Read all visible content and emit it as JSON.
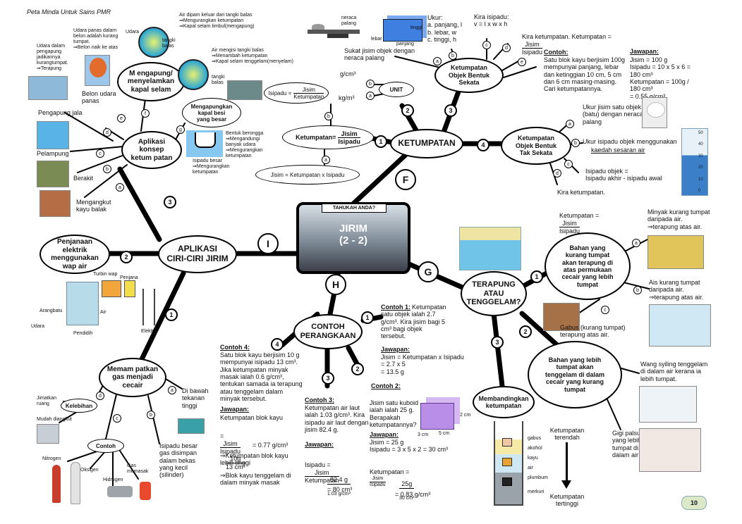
{
  "header": {
    "title": "Peta Minda Untuk Sains PMR"
  },
  "page_number": "10",
  "center": {
    "banner": "TAHUKAH ANDA?",
    "title": "JIRIM\n(2 - 2)"
  },
  "main_nodes": {
    "ketumpatan": "KETUMPATAN",
    "aplikasi": "APLIKASI\nCIRI-CIRI JIRIM",
    "contoh": "CONTOH\nPERANGKAAN",
    "terapung": "TERAPUNG\nATAU\nTENGGELAM?"
  },
  "big_letters": {
    "f": "F",
    "g": "G",
    "h": "H",
    "i": "I"
  },
  "nums": {
    "n1": "1",
    "n2": "2",
    "n3": "3",
    "n4": "4"
  },
  "ketumpatan": {
    "unit": "UNIT",
    "unit_a": "kg/m³",
    "unit_b": "g/cm³",
    "formula_label": "Ketumpatan=",
    "formula_num": "Jisim",
    "formula_den": "Isipadu",
    "isipadu_label": "Isipadu =",
    "isipadu_num": "Jisim",
    "isipadu_den": "Ketumpatan",
    "jisim_formula": "Jisim = Ketumpatan x Isipadu",
    "objek_sekata": "Ketumpatan\nObjek Bentuk\nSekata",
    "sekata_a": "Sukat jisim objek dengan\nneraca palang",
    "neraca_label": "neraca\npalang",
    "block_labels": {
      "tinggi": "tinggi",
      "lebar": "lebar",
      "panjang": "panjang"
    },
    "ukur": "Ukur:\na. panjang,  l\nb. lebar,  w\nc. tinggi,  h",
    "kira_isipadu": "Kira isipadu:\nv = l x w x h",
    "kira_ketumpatan": "Kira ketumpatan.   Ketumpatan =",
    "kira_num": "Jisim",
    "kira_den": "Isipadu",
    "contoh_title": "Contoh:",
    "contoh_text": "Satu blok kayu berjisim 100g\nmempunyai panjang, lebar\ndan ketinggian 10 cm, 5 cm\ndan 6 cm masing-masing.\nCari ketumpatannya.",
    "jawapan_title": "Jawapan:",
    "jawapan_text": "Jisim = 100 g\nIsipadu = 10 x 5 x 6 = 180 cm³\nKetumpatan = 100g / 180 cm³\n= 0.55 g/cm³",
    "objek_tak_sekata": "Ketumpatan\nObjek Bentuk\nTak Sekata",
    "tak_a": "Ukur jisim satu objek\n(batu) dengan neraca\npalang",
    "tak_b": "Ukur isipadu objek menggunakan",
    "tak_b2": "kaedah sesaran air",
    "tak_c": "Isipadu objek =\nIsipadu akhir - isipadu awal",
    "tak_d": "Kira ketumpatan.",
    "tak_formula": "Ketumpatan =",
    "tak_num": "Jisim",
    "tak_den": "Isipadu",
    "cyl_ticks": [
      "50",
      "40",
      "30",
      "20",
      "10",
      "0"
    ]
  },
  "aplikasi": {
    "kapal_selam": "M engapung/\nmenyelamkan\nkapal selam",
    "udara_label": "Udara",
    "tangki_label": "tangki\nbalas",
    "kapal_1": "Air dipam keluar dari tangki balas\n⇒Mengurangkan ketumpatan\n⇒Kapal selam timbul(mengapung)",
    "kapal_2": "Air mengisi tangki balas\n⇒Menambah ketumpatan\n⇒Kapal selam tenggelam(menyelam)",
    "belon_text": "Udara panas dalam\nbelon adalah kurang\ntumpat.\n⇒Belon naik ke atas",
    "belon_label": "Belon udara\npanas",
    "pengapung_text": "Udara dalam\npengapung\njadikannya\nkurangtumpat.\n⇒Terapung",
    "pengapung_label": "Pengapung  jala",
    "pelampung": "Pelampung",
    "berakit": "Berakit",
    "kayu_balak": "Mengangkut\nkayu balak",
    "aplikasi_konsep": "Aplikasi\nkonsep\nketum patan",
    "kapal_besi": "Mengapungkan\nkapal besi\nyang besar",
    "kapal_besi_1": "Bentuk berongga\n⇒Mengandungi\nbanyak udara\n⇒Mengurangkan\nketumpatan",
    "kapal_besi_2": "Isipadu besar\n⇒Mengurangkan\nketumpatan",
    "wap_air": "Penjanaan\nelektrik\nmenggunakan\nwap air",
    "turbin": "Turbin wap",
    "penjana": "Penjana",
    "arangbatu": "Arangbatu",
    "udara2": "Udara",
    "air": "Air",
    "pendidih": "Pendidih",
    "elektrik": "Elektrik",
    "gas": "Memam patkan\ngas menjadi\ncecair",
    "gas_a": "Di bawah\ntekanan\ntinggi",
    "gas_b": "Isipadu  besar\ngas disimpan\ndalam bekas\nyang kecil\n(silinder)",
    "kelebihan": "Kelebihan",
    "jimat": "Jimatkan\nruang",
    "mudah": "Mudah diangkut",
    "contoh": "Contoh",
    "nitrogen": "Nitrogen",
    "oksigen": "Oksigen",
    "hidrogen": "Hidrogen",
    "memasak": "Gas\nmemasak"
  },
  "contoh_perangkaan": {
    "c1_title": "Contoh 1:",
    "c1_text": "Ketumpatan\nsatu objek  ialah 2.7\ng/cm³. Kira  jisim bagi 5\ncm³ bagi  objek\ntersebut.",
    "c1_jaw_title": "Jawapan:",
    "c1_jaw": "Jisim = Ketumpatan x Isipadu\n= 2.7 x 5\n= 13.5 g",
    "c2_title": "Contoh 2:",
    "c2_text": "Jisim satu kuboid\nialah ialah 25 g.\nBerapakah\nketumpatannya?",
    "c2_jaw_title": "Jawapan:",
    "c2_jaw": "Jisim = 25 g\nIsipadu = 3 x 5 x 2 = 30 cm³",
    "c2_formula": "Ketumpatan =",
    "c2_num": "Jisim",
    "c2_den": "Isipadu",
    "c2_frac_num": "25g",
    "c2_frac_den": "30 cm³",
    "c2_result": "= 0.83 g/cm³",
    "cuboid": {
      "h": "2 cm",
      "w": "5 cm",
      "d": "3 cm"
    },
    "c3_title": "Contoh 3:",
    "c3_text": "Ketumpatan air laut\nialah 1.03 g/cm³. Kira\nisipadu air laut dengan\njisim 82.4 g.",
    "c3_jaw_title": "Jawapan:",
    "c3_formula": "Isipadu =",
    "c3_num": "Jisim",
    "c3_den": "Ketumpatan",
    "c3_frac_num": "82.4 g",
    "c3_frac_den": "1.03 g/cm³",
    "c3_result": "= 80 cm³",
    "c4_title": "Contoh 4:",
    "c4_text": "Satu blok kayu berjisim 10 g\nmempunyai isipadu 13 cm³.\nJika  ketumpatan  minyak\nmasak  ialah  0.6  g/cm³,\ntentukan samada ia terapung\natau tenggelam          dalam\nminyak tersebut.",
    "c4_jaw_title": "Jawapan:",
    "c4_jaw_label": "Ketumpatan blok kayu",
    "c4_eq": "=",
    "c4_num": "Jisim",
    "c4_den": "Isipadu",
    "c4_frac_num": "10g",
    "c4_frac_den": "13 cm³",
    "c4_result": "= 0.77 g/cm³",
    "c4_conc1": "⇒Ketumpatan blok kayu\nlebih tinggi",
    "c4_conc2": "⇒Blok kayu tenggelam di\ndalam minyak masak"
  },
  "terapung": {
    "kurang": "Bahan yang\nkurang tumpat\nakan terapung di\natas permukaan\ncecair yang lebih\ntumpat",
    "minyak": "Minyak kurang tumpat\ndaripada air.\n⇒terapung atas air.",
    "ais": "Ais kurang tumpat\ndaripada air.\n⇒terapung atas air.",
    "gabus": "Gabus (kurang tumpat)\nterapung atas air.",
    "lebih": "Bahan yang lebih\ntumpat akan\ntenggelam di dalam\ncecair yang kurang\ntumpat",
    "syiling": "Wang syiling  tenggelam\ndi dalam air kerana ia\nlebih  tumpat.",
    "gigi": "Gigi palsu\nyang lebih\ntumpat  di\ndalam air",
    "membandingkan": "Membandingkan\nketumpatan",
    "layers": [
      "gabus",
      "akohol",
      "kayu",
      "air",
      "plumbum",
      "merkuri"
    ],
    "terendah": "Ketumpatan\nterendah",
    "tertinggi": "Ketumpatan\ntertinggi"
  },
  "letters": [
    "a",
    "b",
    "c",
    "d",
    "e",
    "f",
    "g"
  ]
}
